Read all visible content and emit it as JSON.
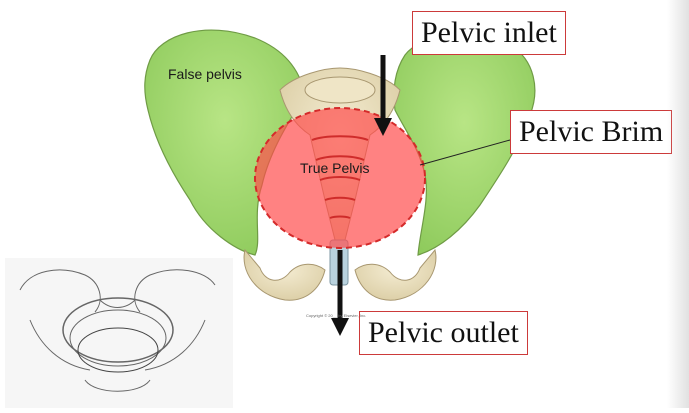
{
  "labels": {
    "pelvic_inlet": "Pelvic inlet",
    "pelvic_brim": "Pelvic Brim",
    "pelvic_outlet": "Pelvic outlet",
    "false_pelvis": "False pelvis",
    "true_pelvis": "True Pelvis",
    "copyright": "Copyright © 20__ by Elsevier, Inc."
  },
  "colors": {
    "ilium": "#9fd86a",
    "bone": "#e9dfc1",
    "true_pelvis_fill": "#ff4d4d",
    "callout_border": "#cc3a3a",
    "arrow": "#111111"
  },
  "icons": [
    "down-arrow-icon",
    "down-arrow-icon"
  ]
}
